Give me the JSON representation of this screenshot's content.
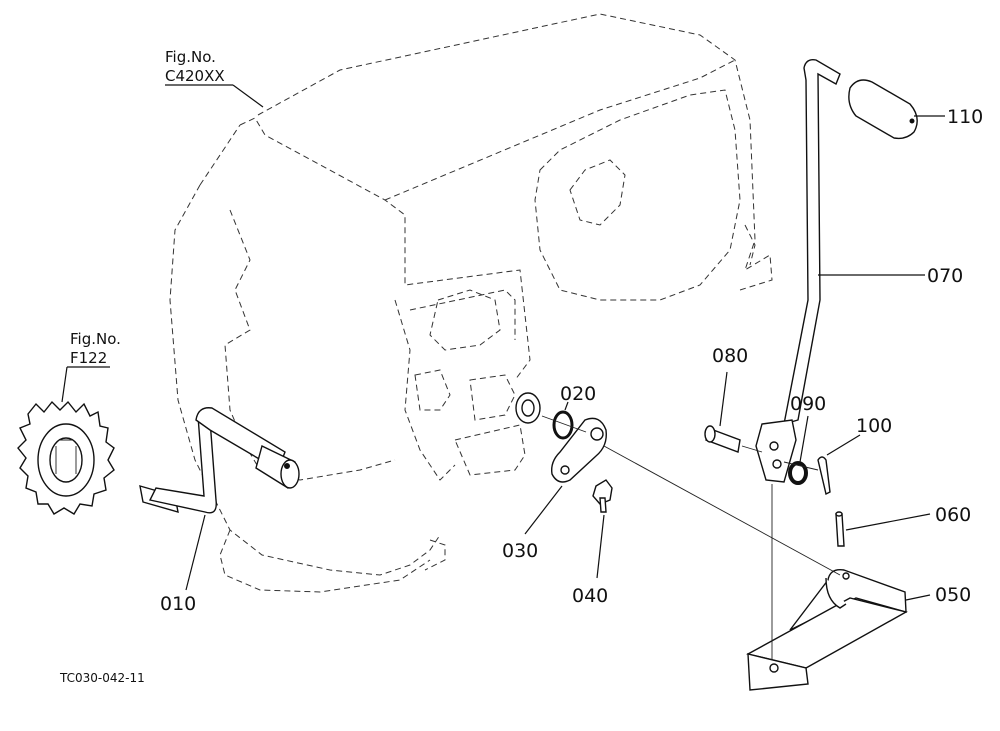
{
  "figure_refs": [
    {
      "title": "Fig.No.",
      "number": "C420XX"
    },
    {
      "title": "Fig.No.",
      "number": "F122"
    }
  ],
  "part_labels": [
    "110",
    "070",
    "080",
    "090",
    "100",
    "020",
    "030",
    "040",
    "060",
    "050",
    "010"
  ],
  "drawing_code": "TC030-042-11"
}
